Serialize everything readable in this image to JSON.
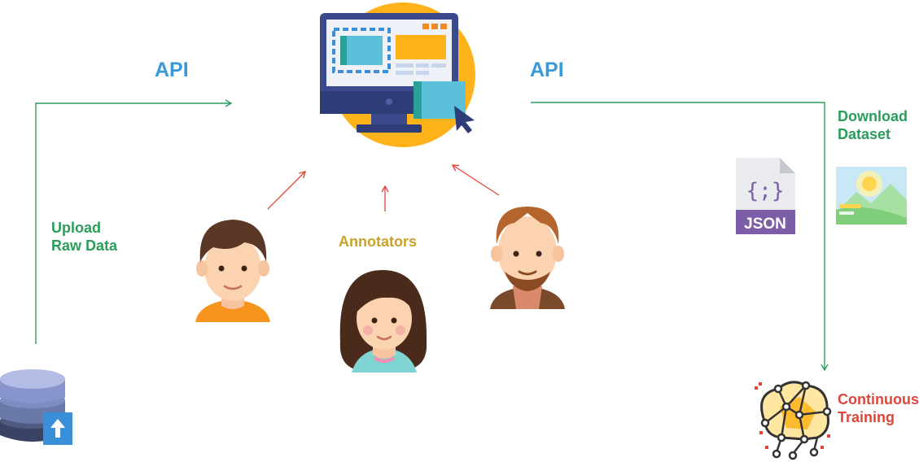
{
  "labels": {
    "api_left": "API",
    "api_right": "API",
    "upload": "Upload\nRaw Data",
    "annotators": "Annotators",
    "download": "Download\nDataset",
    "training": "Continuous\nTraining",
    "json_badge": "JSON",
    "json_braces": "{;}"
  },
  "colors": {
    "flow_green": "#2a9d5a",
    "annotator_red": "#e0453a",
    "api_blue": "#3a9ad9",
    "annotator_gold": "#c9a227",
    "accent_yellow": "#ffb31a"
  },
  "icons": [
    "monitor-icon",
    "database-upload-icon",
    "json-file-icon",
    "image-file-icon",
    "brain-network-icon",
    "annotator-avatar-icon"
  ]
}
